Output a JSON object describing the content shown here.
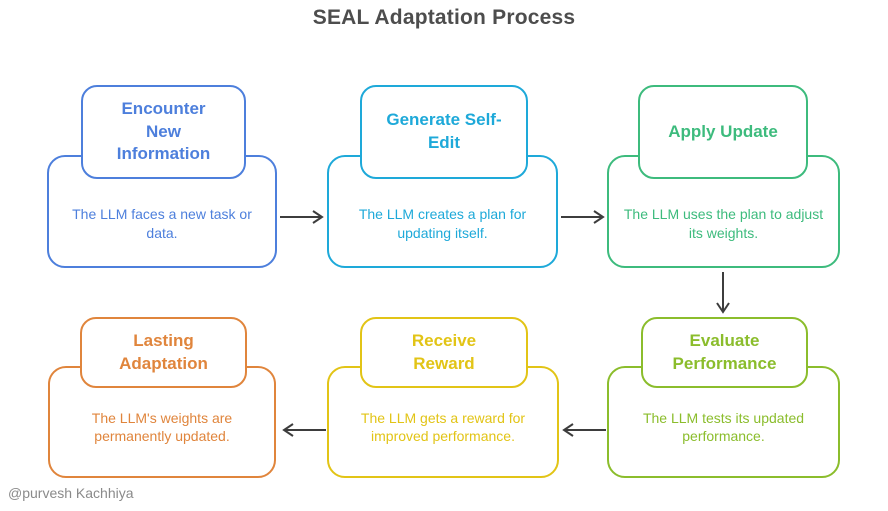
{
  "page": {
    "title": "SEAL Adaptation Process",
    "watermark": "@purvesh Kachhiya"
  },
  "palette": {
    "title_color": "#4d4d4d",
    "arrow_color": "#3d3d3d",
    "watermark_color": "#8a8a8a",
    "background": "#ffffff"
  },
  "steps": [
    {
      "id": "encounter-new-information",
      "title": "Encounter New Information",
      "description": "The LLM faces a new task or data.",
      "color": "#4d7fdc"
    },
    {
      "id": "generate-self-edit",
      "title": "Generate Self-Edit",
      "description": "The LLM creates a plan for updating itself.",
      "color": "#1ea9d9"
    },
    {
      "id": "apply-update",
      "title": "Apply Update",
      "description": "The LLM uses the plan to adjust its weights.",
      "color": "#3dbb7d"
    },
    {
      "id": "evaluate-performance",
      "title": "Evaluate Performance",
      "description": "The LLM tests its updated performance.",
      "color": "#8bbd2c"
    },
    {
      "id": "receive-reward",
      "title": "Receive Reward",
      "description": "The LLM gets a reward for improved performance.",
      "color": "#e2c416"
    },
    {
      "id": "lasting-adaptation",
      "title": "Lasting Adaptation",
      "description": "The LLM's weights are permanently updated.",
      "color": "#e0853c"
    }
  ],
  "flow": {
    "arrows": [
      {
        "from": "encounter-new-information",
        "to": "generate-self-edit",
        "direction": "right"
      },
      {
        "from": "generate-self-edit",
        "to": "apply-update",
        "direction": "right"
      },
      {
        "from": "apply-update",
        "to": "evaluate-performance",
        "direction": "down"
      },
      {
        "from": "evaluate-performance",
        "to": "receive-reward",
        "direction": "left"
      },
      {
        "from": "receive-reward",
        "to": "lasting-adaptation",
        "direction": "left"
      }
    ]
  }
}
